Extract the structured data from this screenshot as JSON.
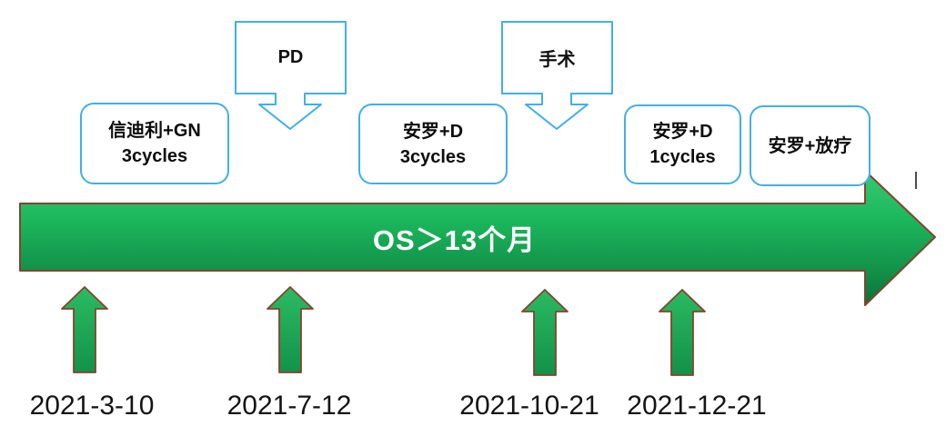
{
  "diagram": {
    "type": "treatment-timeline",
    "os_label": "OS＞13个月"
  },
  "treatment_boxes": [
    {
      "line1": "信迪利+GN",
      "line2": "3cycles"
    },
    {
      "line1": "安罗+D",
      "line2": "3cycles"
    },
    {
      "line1": "安罗+D",
      "line2": "1cycles"
    },
    {
      "line1": "安罗+放疗",
      "line2": ""
    }
  ],
  "callouts": [
    {
      "label": "PD"
    },
    {
      "label": "手术"
    }
  ],
  "dates": [
    "2021-3-10",
    "2021-7-12",
    "2021-10-21",
    "2021-12-21"
  ],
  "colors": {
    "box_border": "#41afe8",
    "box_text": "#0d0d0d",
    "arrow_green_top": "#38c973",
    "arrow_green_bottom": "#0b6f38",
    "arrow_outline": "#85432f",
    "os_text": "#ffffff",
    "date_text": "#141414"
  }
}
